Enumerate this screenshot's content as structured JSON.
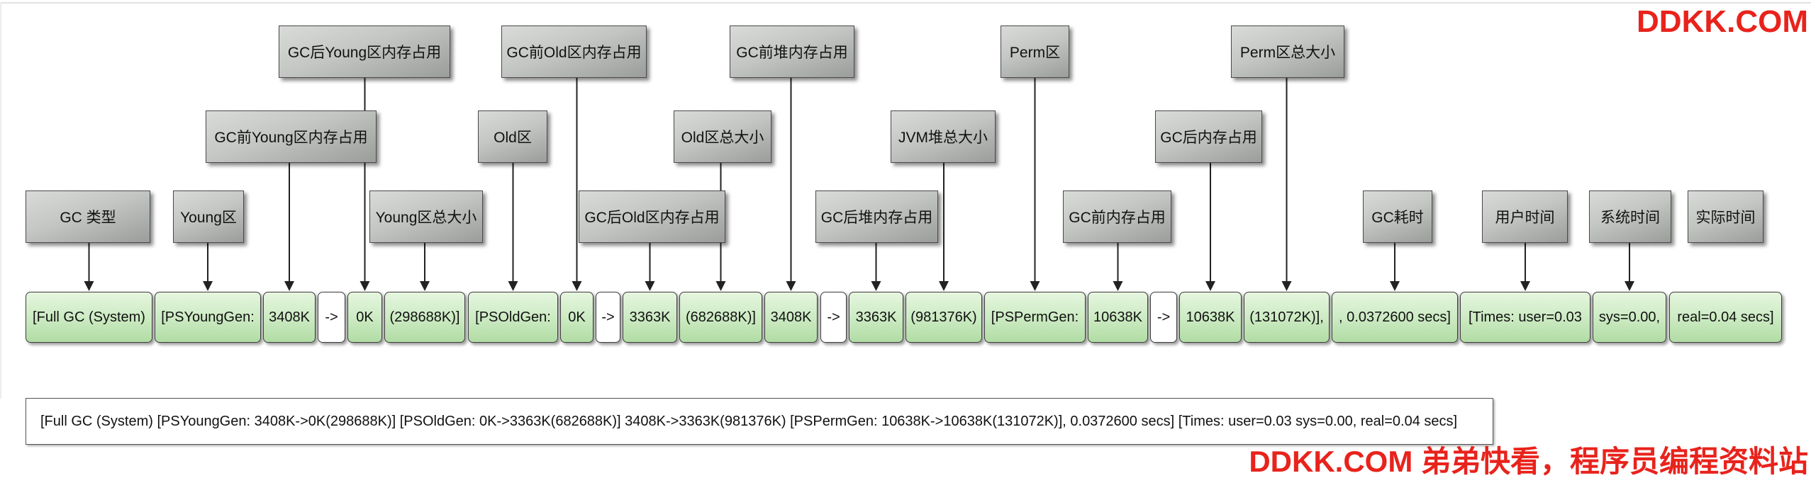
{
  "watermark": {
    "top": "DDKK.COM",
    "bottom": "DDKK.COM 弟弟快看，程序员编程资料站"
  },
  "labels": {
    "young_after": "GC后Young区内存占用",
    "old_before": "GC前Old区内存占用",
    "heap_before": "GC前堆内存占用",
    "perm_gen": "Perm区",
    "perm_total": "Perm区总大小",
    "young_before": "GC前Young区内存占用",
    "old_gen": "Old区",
    "old_total": "Old区总大小",
    "heap_total": "JVM堆总大小",
    "mem_after": "GC后内存占用",
    "gc_type": "GC 类型",
    "young_gen": "Young区",
    "young_total": "Young区总大小",
    "old_after": "GC后Old区内存占用",
    "heap_after": "GC后堆内存占用",
    "mem_before": "GC前内存占用",
    "gc_time": "GC耗时",
    "user_time": "用户时间",
    "sys_time": "系统时间",
    "real_time": "实际时间"
  },
  "log_segments": [
    "[Full GC (System)",
    "[PSYoungGen:",
    "3408K",
    "->",
    "0K",
    "(298688K)]",
    "[PSOldGen:",
    "0K",
    "->",
    "3363K",
    "(682688K)]",
    "3408K",
    "->",
    "3363K",
    "(981376K)",
    "[PSPermGen:",
    "10638K",
    "->",
    "10638K",
    "(131072K)],",
    ", 0.0372600 secs]",
    "[Times: user=0.03",
    "sys=0.00,",
    "real=0.04 secs]"
  ],
  "full_log": "[Full GC (System) [PSYoungGen: 3408K->0K(298688K)] [PSOldGen: 0K->3363K(682688K)] 3408K->3363K(981376K) [PSPermGen: 10638K->10638K(131072K)], 0.0372600 secs] [Times: user=0.03 sys=0.00, real=0.04 secs]",
  "colors": {
    "watermark": "#e8231c",
    "segment_fill_top": "#e6f6df",
    "segment_fill_bottom": "#b1dca4",
    "label_fill_top": "#d9dbd9",
    "label_fill_bottom": "#9a9d9a",
    "arrow": "#222222"
  }
}
